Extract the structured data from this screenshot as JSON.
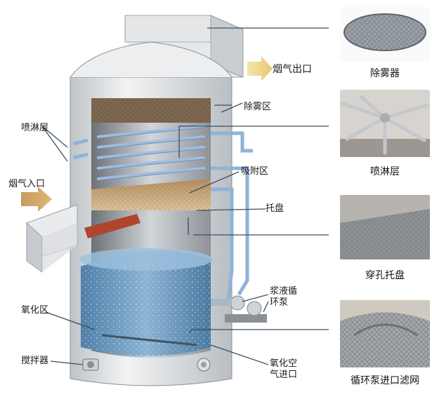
{
  "labels": {
    "flue_outlet": "烟气出口",
    "demister_zone": "除雾区",
    "spray_layer": "喷淋层",
    "flue_inlet": "烟气入口",
    "absorption_zone": "吸附区",
    "tray": "托盘",
    "slurry_pump_line1": "浆液循",
    "slurry_pump_line2": "环泵",
    "oxidation_zone": "氧化区",
    "agitator": "搅拌器",
    "air_inlet_line1": "氧化空",
    "air_inlet_line2": "气进口"
  },
  "photos": [
    {
      "caption": "除雾器",
      "icon": "demister-photo"
    },
    {
      "caption": "喷淋层",
      "icon": "spray-layer-photo"
    },
    {
      "caption": "穿孔托盘",
      "icon": "perforated-tray-photo"
    },
    {
      "caption": "循环泵进口滤网",
      "icon": "pump-inlet-strainer-photo"
    }
  ],
  "colors": {
    "tower_shell": "#d9dde0",
    "slurry": "#6f9ec2",
    "pipe": "#8fb3d6",
    "leader_line": "#3a4f66"
  }
}
